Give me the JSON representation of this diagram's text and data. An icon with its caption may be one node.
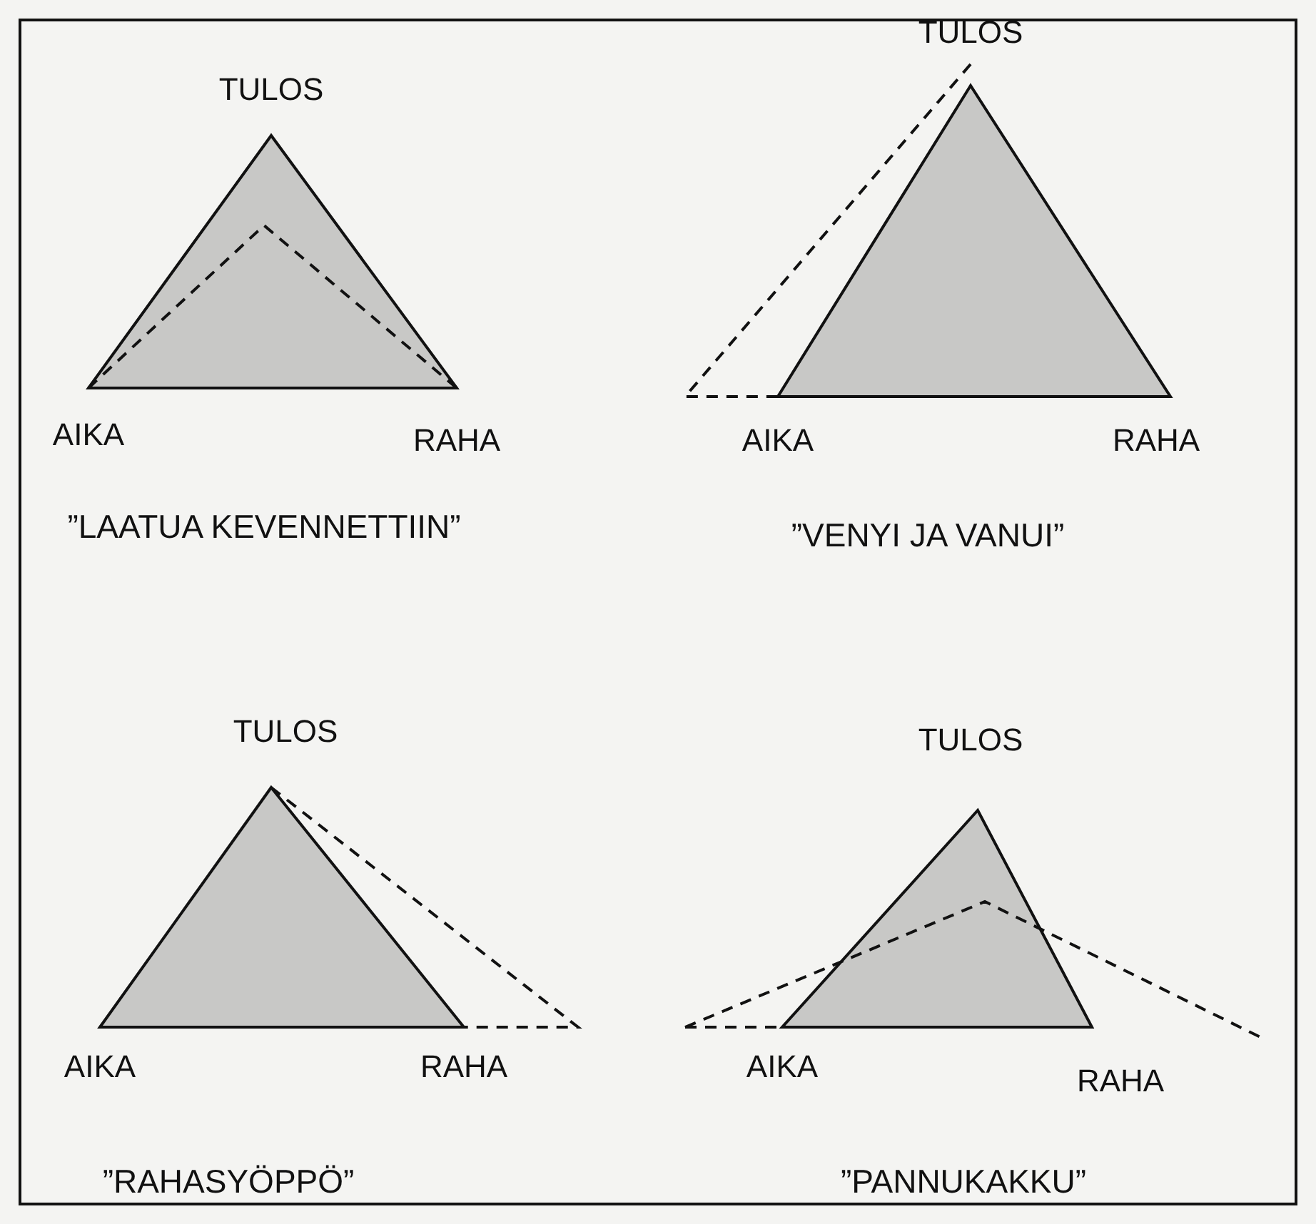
{
  "diagram": {
    "labels": [
      "TULOS",
      "TULOS",
      "AIKA",
      "RAHA",
      "AIKA",
      "RAHA",
      "”LAATUA KEVENNETTIIN”",
      "”VENYI JA VANUI”",
      "TULOS",
      "TULOS",
      "AIKA",
      "RAHA",
      "AIKA",
      "RAHA",
      "”RAHASYÖPPÖ”",
      "”PANNUKAKKU”"
    ]
  }
}
